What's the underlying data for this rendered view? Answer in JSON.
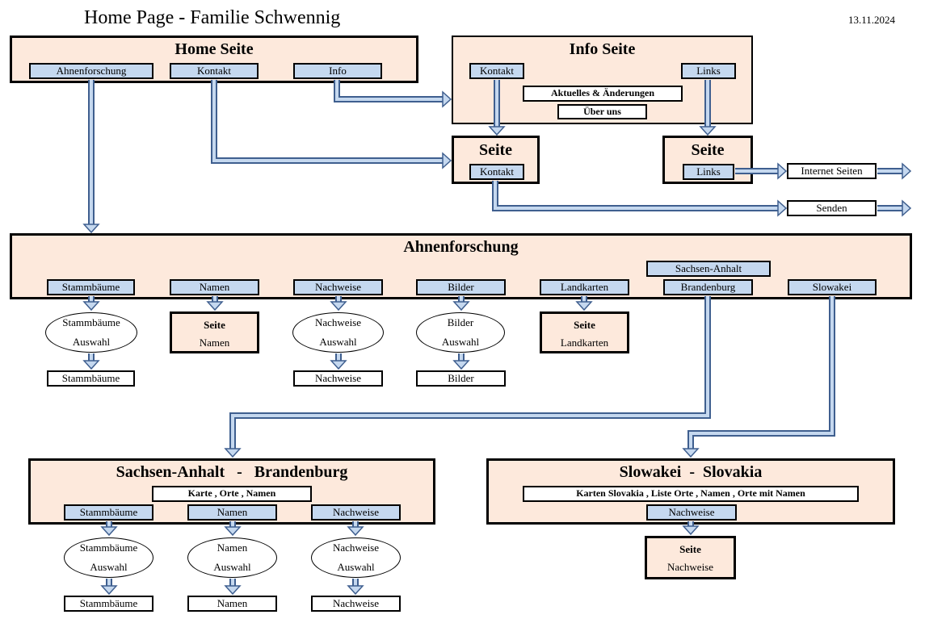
{
  "header": {
    "title": "Home Page - Familie Schwennig",
    "date": "13.11.2024"
  },
  "home": {
    "title": "Home Seite",
    "buttons": [
      "Ahnenforschung",
      "Kontakt",
      "Info"
    ]
  },
  "info": {
    "title": "Info Seite",
    "kontakt": "Kontakt",
    "links": "Links",
    "aktuelles": "Aktuelles & Änderungen",
    "ueber": "Über uns"
  },
  "seite_kontakt": {
    "title": "Seite",
    "button": "Kontakt"
  },
  "seite_links": {
    "title": "Seite",
    "button": "Links"
  },
  "outputs": {
    "internet": "Internet Seiten",
    "senden": "Senden"
  },
  "ahnen": {
    "title": "Ahnenforschung",
    "sachsen_label": "Sachsen-Anhalt",
    "buttons": [
      "Stammbäume",
      "Namen",
      "Nachweise",
      "Bilder",
      "Landkarten",
      "Brandenburg",
      "Slowakei"
    ],
    "stamm_oval": [
      "Stammbäume",
      "Auswahl"
    ],
    "stamm_result": "Stammbäume",
    "namen_seite": [
      "Seite",
      "Namen"
    ],
    "nachweise_oval": [
      "Nachweise",
      "Auswahl"
    ],
    "nachweise_result": "Nachweise",
    "bilder_oval": [
      "Bilder",
      "Auswahl"
    ],
    "bilder_result": "Bilder",
    "landkarten_seite": [
      "Seite",
      "Landkarten"
    ]
  },
  "sachsen": {
    "title": "Sachsen-Anhalt   -   Brandenburg",
    "karte": "Karte , Orte , Namen",
    "buttons": [
      "Stammbäume",
      "Namen",
      "Nachweise"
    ],
    "ovals": [
      [
        "Stammbäume",
        "Auswahl"
      ],
      [
        "Namen",
        "Auswahl"
      ],
      [
        "Nachweise",
        "Auswahl"
      ]
    ],
    "results": [
      "Stammbäume",
      "Namen",
      "Nachweise"
    ]
  },
  "slowakei": {
    "title": "Slowakei  -  Slovakia",
    "karten": "Karten Slovakia , Liste Orte , Namen , Orte mit Namen",
    "button": "Nachweise",
    "seite": [
      "Seite",
      "Nachweise"
    ]
  },
  "colors": {
    "box_fill": "#fde9dc",
    "button_fill": "#c5d8ef",
    "arrow_fill": "#c5d8ef",
    "arrow_stroke": "#3f5f8f"
  }
}
